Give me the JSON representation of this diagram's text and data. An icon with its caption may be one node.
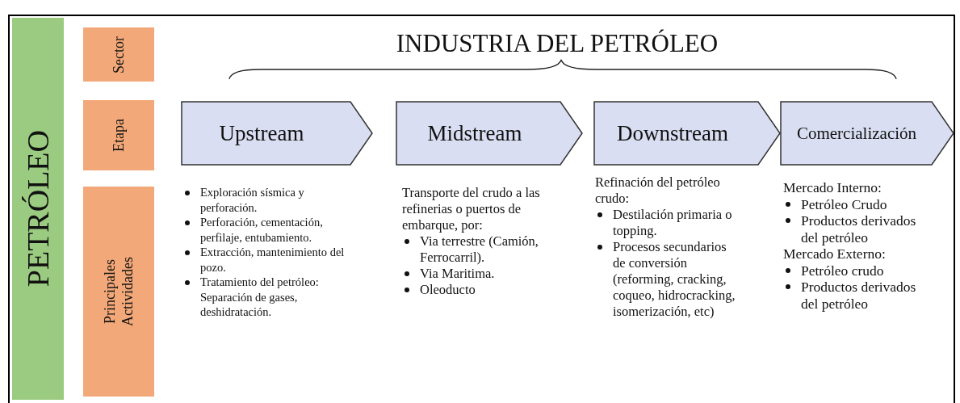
{
  "diagram": {
    "nodes": [
      {
        "text": [
          "PETRÓLEO"
        ]
      },
      {
        "text": [
          "Sector"
        ]
      },
      {
        "text": [
          "Etapa"
        ]
      },
      {
        "text": [
          "Principales Actividades"
        ]
      },
      {
        "text": [
          "Upstream"
        ],
        "beside": [
          "Exploración sísmica y perforación.",
          "Perforación, cementación, perfilaje, entubamiento.",
          "Extracción, mantenimiento del pozo.",
          "Tratamiento del petróleo: Separación de gases, deshidratación."
        ]
      },
      {
        "text": [
          "Midstream"
        ],
        "beside": [
          "Transporte del crudo a las refinerias o puertos de embarque, por:",
          "Via terrestre (Camión, Ferrocarril).",
          "Via Maritima.",
          "Oleoducto"
        ]
      },
      {
        "text": [
          "Downstream"
        ],
        "beside": [
          "Refinación del petróleo crudo:",
          "Destilación primaria o topping.",
          "Procesos secundarios de conversión (reforming, cracking, coqueo, hidrocracking, isomerización, etc)"
        ]
      },
      {
        "text": [
          "Comercialización"
        ],
        "beside": [
          "Mercado Interno:",
          "Petróleo Crudo",
          "Productos derivados del petróleo",
          "Mercado Externo:",
          "Petróleo crudo",
          "Productos derivados del petróleo"
        ]
      }
    ],
    "labels": [
      "INDUSTRIA DEL PETRÓLEO"
    ]
  }
}
